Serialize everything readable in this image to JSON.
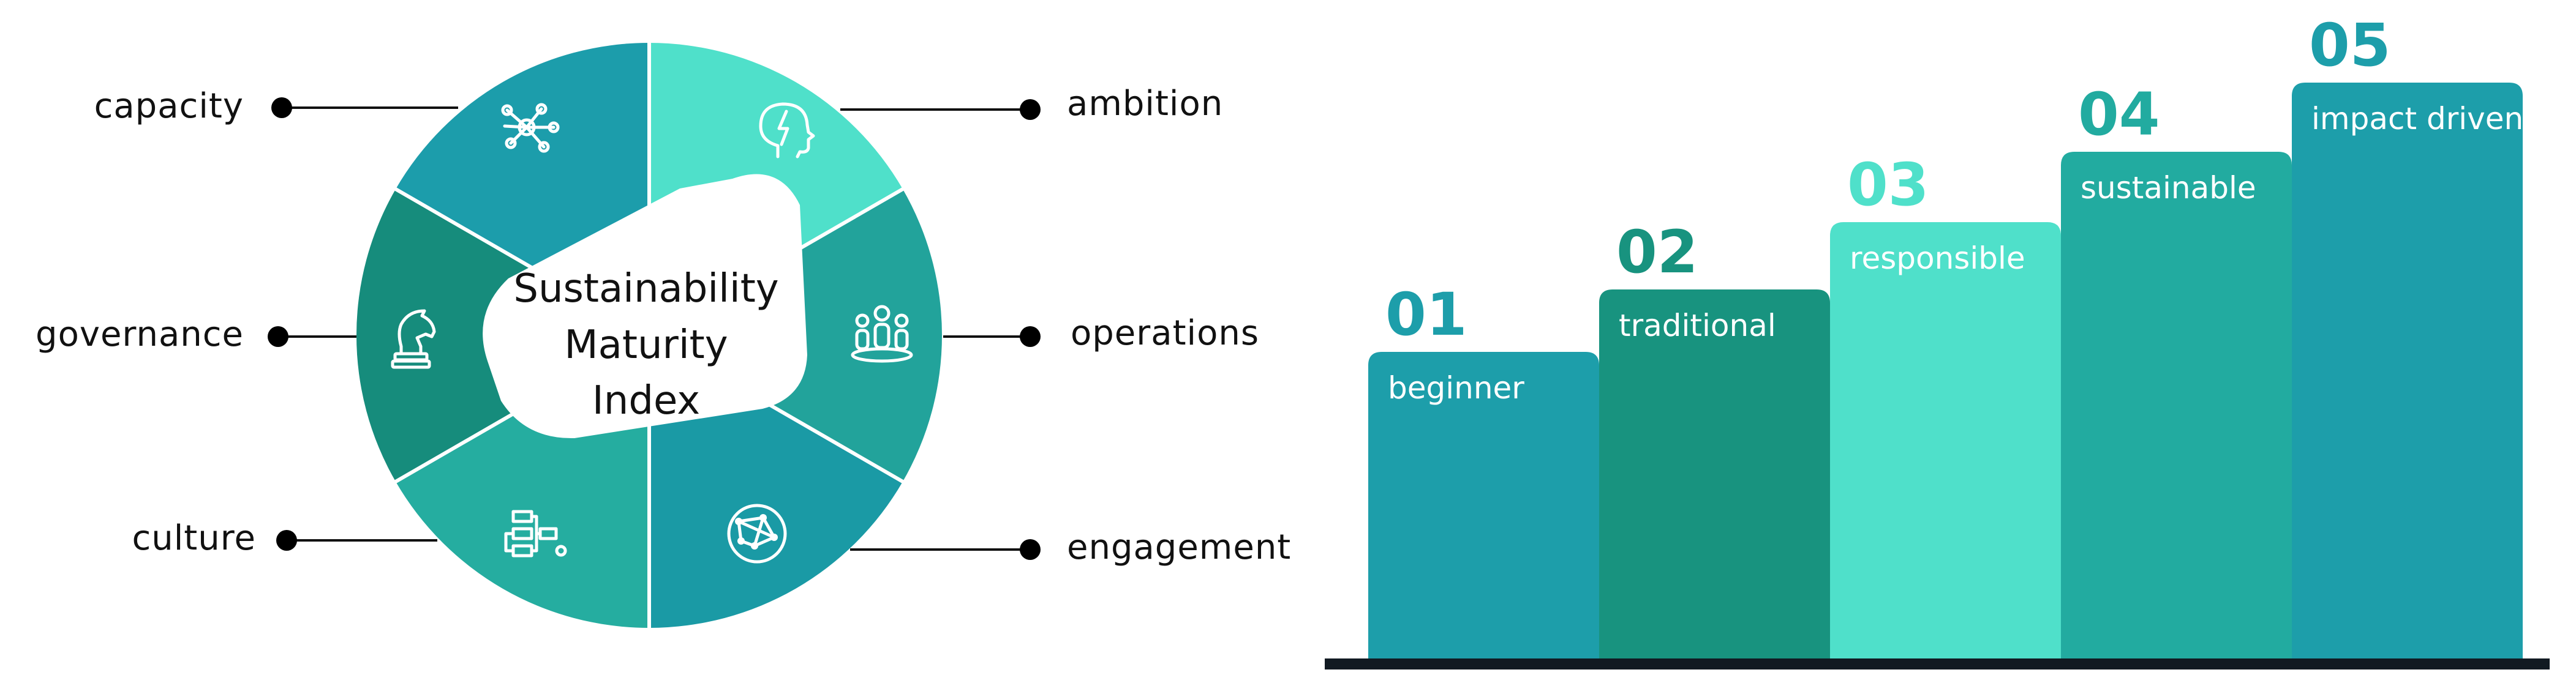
{
  "center": {
    "lines": [
      "Sustainability",
      "Maturity",
      "Index"
    ]
  },
  "wheel": {
    "segments": [
      {
        "label": "ambition",
        "color": "#4FE0CA",
        "icon": "brain-lightning-icon"
      },
      {
        "label": "operations",
        "color": "#22A39B",
        "icon": "people-group-icon"
      },
      {
        "label": "engagement",
        "color": "#1A9AA5",
        "icon": "network-globe-icon"
      },
      {
        "label": "culture",
        "color": "#25ADA0",
        "icon": "flowchart-icon"
      },
      {
        "label": "governance",
        "color": "#168C7C",
        "icon": "chess-knight-icon"
      },
      {
        "label": "capacity",
        "color": "#1C9DAB",
        "icon": "network-nodes-icon"
      }
    ]
  },
  "steps": {
    "items": [
      {
        "number": "01",
        "label": "beginner",
        "color": "#1D9EAA",
        "level": 1
      },
      {
        "number": "02",
        "label": "traditional",
        "color": "#18937F",
        "level": 2
      },
      {
        "number": "03",
        "label": "responsible",
        "color": "#4FE0CA",
        "level": 3
      },
      {
        "number": "04",
        "label": "sustainable",
        "color": "#22ABA0",
        "level": 4
      },
      {
        "number": "05",
        "label": "impact driven",
        "color": "#1D9EAA",
        "level": 5
      }
    ],
    "baseline_color": "#111A22"
  }
}
